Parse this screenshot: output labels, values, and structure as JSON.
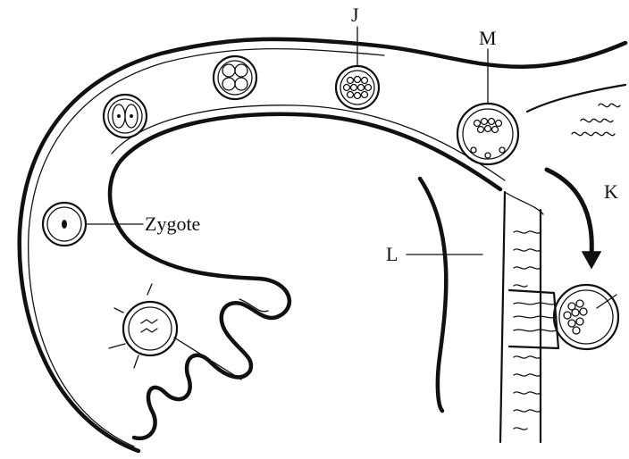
{
  "diagram": {
    "labels": {
      "j": "J",
      "m": "M",
      "k": "K",
      "l": "L",
      "zygote": "Zygote"
    },
    "colors": {
      "ink": "#111111",
      "background": "#ffffff"
    }
  }
}
